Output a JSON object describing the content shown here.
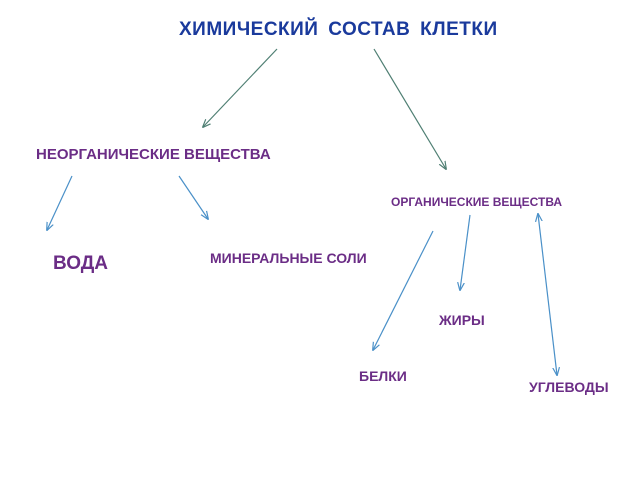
{
  "diagram": {
    "title": "ХИМИЧЕСКИЙ  СОСТАВ  КЛЕТКИ",
    "nodes": {
      "inorganic": "НЕОРГАНИЧЕСКИЕ ВЕЩЕСТВА",
      "organic": "ОРГАНИЧЕСКИЕ ВЕЩЕСТВА",
      "water": "ВОДА",
      "mineral_salts": "МИНЕРАЛЬНЫЕ СОЛИ",
      "fats": "ЖИРЫ",
      "proteins": "БЕЛКИ",
      "carbohydrates": "УГЛЕВОДЫ"
    },
    "edges": [
      {
        "from": "title",
        "to": "inorganic",
        "color": "#4f7f73"
      },
      {
        "from": "title",
        "to": "organic",
        "color": "#4f7f73"
      },
      {
        "from": "inorganic",
        "to": "water",
        "color": "#4a90c8"
      },
      {
        "from": "inorganic",
        "to": "mineral_salts",
        "color": "#4a90c8"
      },
      {
        "from": "organic",
        "to": "proteins",
        "color": "#4a90c8"
      },
      {
        "from": "organic",
        "to": "fats",
        "color": "#4a90c8"
      },
      {
        "from": "organic",
        "to": "carbohydrates",
        "color": "#4a90c8",
        "bidirectional": true
      }
    ],
    "colors": {
      "title": "#1a3a9c",
      "nodes": "#6b2d86"
    }
  }
}
